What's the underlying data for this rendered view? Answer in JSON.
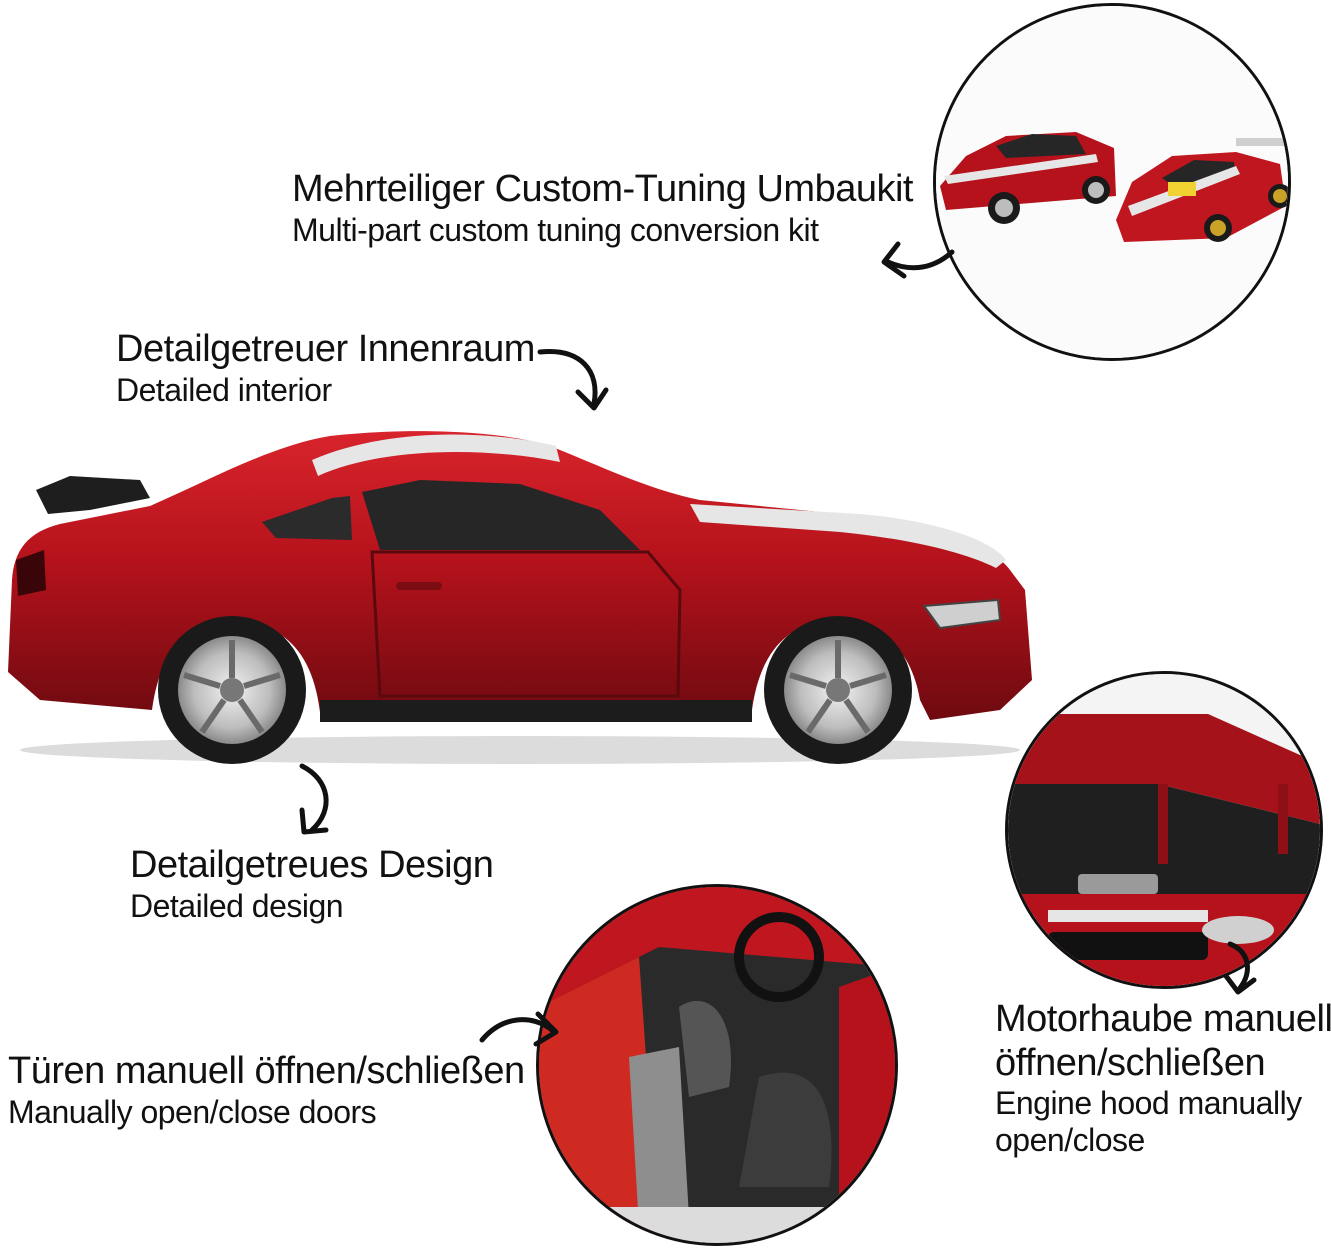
{
  "callouts": {
    "tuning": {
      "de": "Mehrteiliger Custom-Tuning Umbaukit",
      "en": "Multi-part custom tuning conversion kit"
    },
    "interior": {
      "de": "Detailgetreuer Innenraum",
      "en": "Detailed interior"
    },
    "design": {
      "de": "Detailgetreues Design",
      "en": "Detailed design"
    },
    "doors": {
      "de": "Türen manuell öffnen/schließen",
      "en": "Manually open/close doors"
    },
    "hood": {
      "de_line1": "Motorhaube manuell",
      "de_line2": "öffnen/schließen",
      "en_line1": "Engine hood manually",
      "en_line2": "open/close"
    }
  },
  "colors": {
    "car_red": "#b5121b",
    "stripe": "#e6e6e6",
    "ink": "#111111"
  }
}
